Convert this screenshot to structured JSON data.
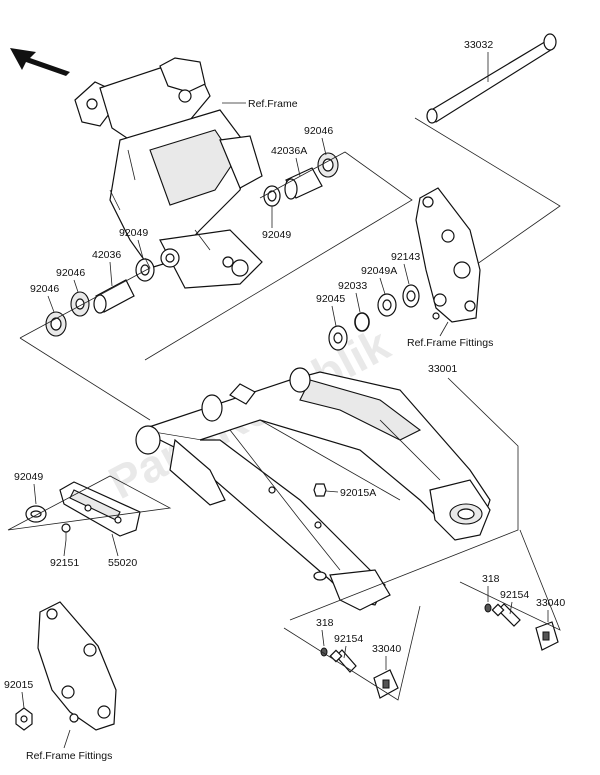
{
  "labels": {
    "p33032": "33032",
    "ref_frame": "Ref.Frame",
    "p92046_top": "92046",
    "p42036a": "42036A",
    "p92049_mid": "92049",
    "p92049_left": "92049",
    "p42036": "42036",
    "p92046_left": "92046",
    "p92046_outer": "92046",
    "p92143": "92143",
    "p92049a": "92049A",
    "p92033": "92033",
    "p92045": "92045",
    "ref_frame_fittings_right": "Ref.Frame Fittings",
    "p33001": "33001",
    "p92049_low": "92049",
    "p92015a": "92015A",
    "p92151": "92151",
    "p55020": "55020",
    "p318_right": "318",
    "p92154_right": "92154",
    "p33040_right": "33040",
    "p318_low": "318",
    "p92154_low": "92154",
    "p33040_low": "33040",
    "p92015": "92015",
    "ref_frame_fittings_left": "Ref.Frame Fittings"
  },
  "watermark": "PartsRepublik",
  "colors": {
    "line": "#111111",
    "background": "#ffffff",
    "watermark": "#d8d8d8"
  }
}
